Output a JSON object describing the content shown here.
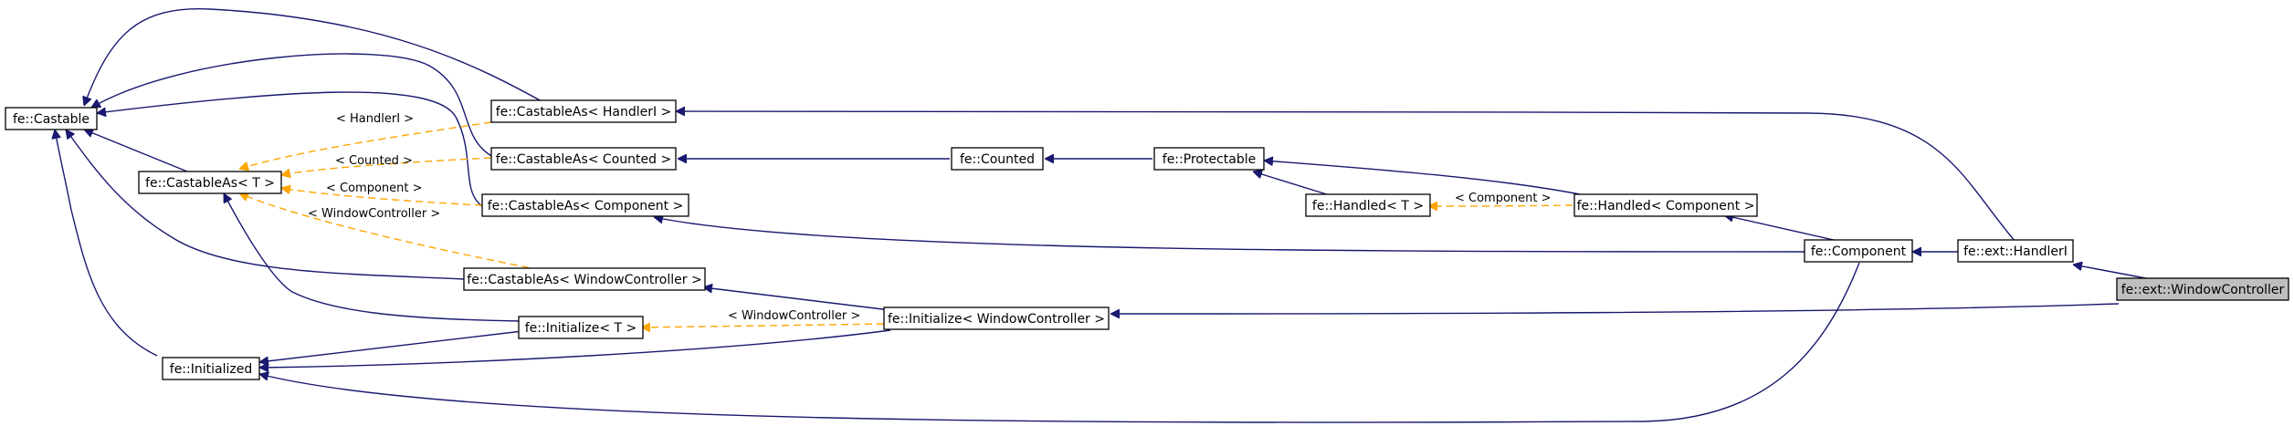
{
  "nodes": {
    "castable": "fe::Castable",
    "castable_as_t": "fe::CastableAs< T >",
    "initialized": "fe::Initialized",
    "castable_as_handleri": "fe::CastableAs< HandlerI >",
    "castable_as_counted": "fe::CastableAs< Counted >",
    "castable_as_component": "fe::CastableAs< Component >",
    "castable_as_windowcontroller": "fe::CastableAs< WindowController >",
    "initialize_t": "fe::Initialize< T >",
    "initialize_windowcontroller": "fe::Initialize< WindowController >",
    "counted": "fe::Counted",
    "protectable": "fe::Protectable",
    "handled_t": "fe::Handled< T >",
    "handled_component": "fe::Handled< Component >",
    "component": "fe::Component",
    "handleri": "fe::ext::HandlerI",
    "windowcontroller": "fe::ext::WindowController"
  },
  "edge_labels": {
    "handleri": "< HandlerI >",
    "counted": "< Counted >",
    "component": "< Component >",
    "windowcontroller": "< WindowController >",
    "handled_component": "< Component >",
    "initialize_windowcontroller": "< WindowController >"
  },
  "colors": {
    "inheritance_edge": "#191970",
    "template_edge": "#ffa500",
    "highlight_fill": "#bfbfbf"
  }
}
